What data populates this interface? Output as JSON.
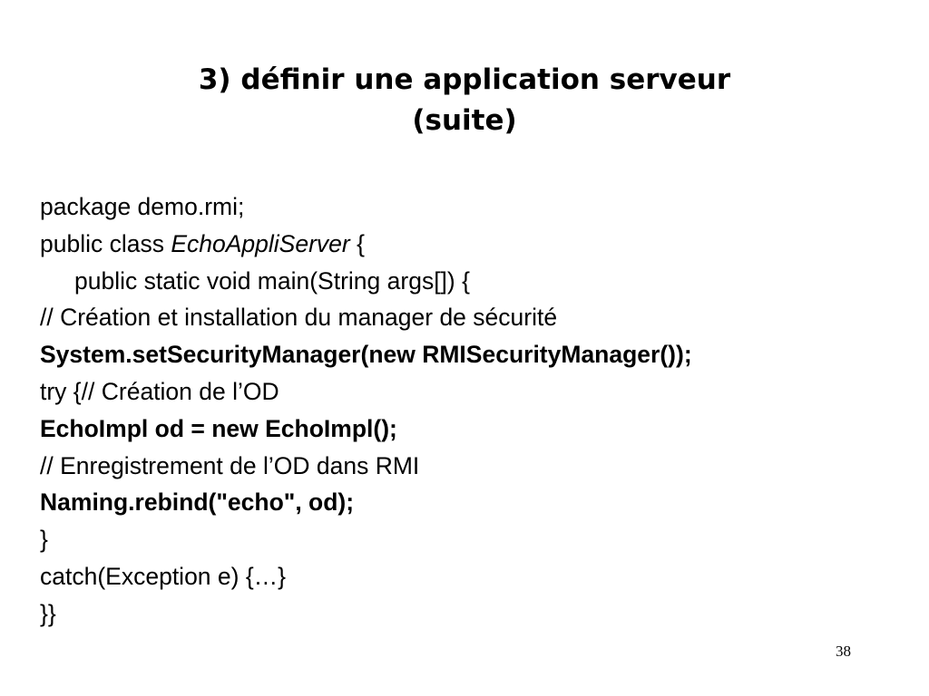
{
  "slide": {
    "title_line1": "3) définir une application serveur",
    "title_line2": "(suite)",
    "code": {
      "l1": "package demo.rmi;",
      "l2_prefix": "public class ",
      "l2_class": "EchoAppliServer",
      "l2_suffix": " {",
      "l3": "public static void main(String args[]) {",
      "l4": "// Création et installation du manager de sécurité",
      "l5": "System.setSecurityManager(new RMISecurityManager());",
      "l6": "try {// Création de l’OD",
      "l7": "EchoImpl od = new EchoImpl();",
      "l8": "// Enregistrement de l’OD dans RMI",
      "l9": "Naming.rebind(\"echo\", od);",
      "l10": "}",
      "l11": "catch(Exception e) {…}",
      "l12": "}}"
    },
    "page_number": "38"
  }
}
